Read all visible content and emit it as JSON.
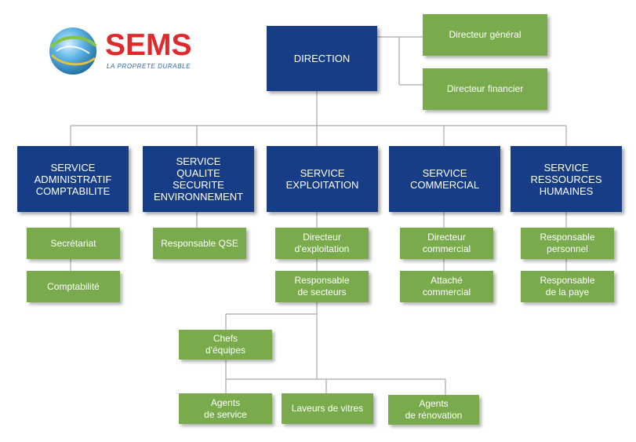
{
  "logo": {
    "name": "SEMS",
    "tagline": "LA PROPRETE DURABLE",
    "colors": {
      "brand": "#e1282b",
      "tagline": "#2a64b0"
    }
  },
  "colors": {
    "service_box": "#163d86",
    "role_box": "#79ab4c",
    "connector": "#a8a8a8"
  },
  "direction": {
    "label": "DIRECTION",
    "advisors": [
      "Directeur général",
      "Directeur financier"
    ]
  },
  "services": [
    {
      "label": "SERVICE\nADMINISTRATIF\nCOMPTABILITE",
      "roles": [
        "Secrétariat",
        "Comptabilité"
      ]
    },
    {
      "label": "SERVICE\nQUALITE\nSECURITE\nENVIRONNEMENT",
      "roles": [
        "Responsable QSE"
      ]
    },
    {
      "label": "SERVICE\nEXPLOITATION",
      "roles": [
        "Directeur\nd'exploitation",
        "Responsable\nde secteurs"
      ]
    },
    {
      "label": "SERVICE\nCOMMERCIAL",
      "roles": [
        "Directeur\ncommercial",
        "Attaché\ncommercial"
      ]
    },
    {
      "label": "SERVICE\nRESSOURCES\nHUMAINES",
      "roles": [
        "Responsable\npersonnel",
        "Responsable\nde la paye"
      ]
    }
  ],
  "exploitation_team": {
    "lead": "Chefs\nd'équipes",
    "staff": [
      "Agents\nde service",
      "Laveurs de vitres",
      "Agents\nde rénovation"
    ]
  }
}
